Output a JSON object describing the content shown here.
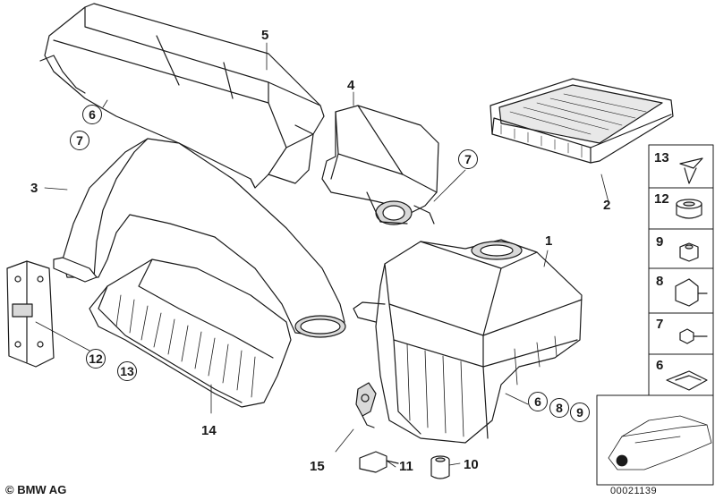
{
  "callouts": {
    "c1": "1",
    "c2": "2",
    "c3": "3",
    "c4": "4",
    "c5": "5",
    "c6a": "6",
    "c7a": "7",
    "c7b": "7",
    "c6b": "6",
    "c8": "8",
    "c9": "9",
    "c10": "10",
    "c11": "11",
    "c12": "12",
    "c13": "13",
    "c14": "14",
    "c15": "15"
  },
  "side_panel": {
    "items": [
      {
        "num": "13"
      },
      {
        "num": "12"
      },
      {
        "num": "9"
      },
      {
        "num": "8"
      },
      {
        "num": "7"
      },
      {
        "num": "6"
      }
    ]
  },
  "footer": {
    "copyright": "© BMW AG",
    "diagram_id": "00021139"
  },
  "colors": {
    "line": "#1a1a1a",
    "fill": "#ffffff",
    "shade": "#d9d9d9"
  }
}
